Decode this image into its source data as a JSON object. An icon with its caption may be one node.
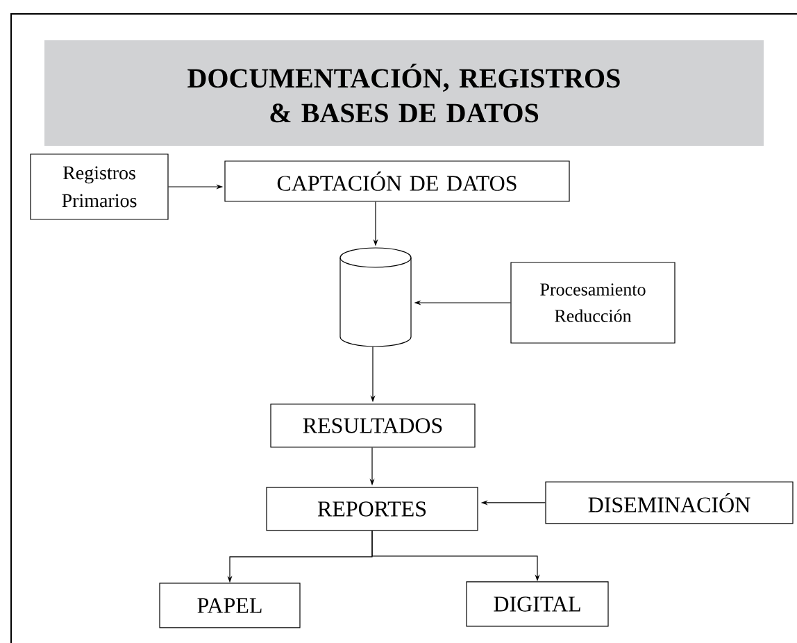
{
  "diagram": {
    "title": "DOCUMENTACIÓN, REGISTROS & BASES DE DATOS",
    "nodes": [
      {
        "text": [
          "Registros Primarios"
        ]
      },
      {
        "text": [
          "CAPTACIÓN DE DATOS"
        ]
      },
      {
        "text": [],
        "shape": "cylinder"
      },
      {
        "text": [
          "Procesamiento Reducción"
        ]
      },
      {
        "text": [
          "RESULTADOS"
        ]
      },
      {
        "text": [
          "REPORTES"
        ]
      },
      {
        "text": [
          "DISEMINACIÓN"
        ]
      },
      {
        "text": [
          "PAPEL"
        ]
      },
      {
        "text": [
          "DIGITAL"
        ]
      }
    ],
    "edges": [
      {
        "from": 0,
        "to": 1,
        "arrow": "to"
      },
      {
        "from": 1,
        "to": 2,
        "arrow": "to"
      },
      {
        "from": 3,
        "to": 2,
        "arrow": "to"
      },
      {
        "from": 2,
        "to": 4,
        "arrow": "to"
      },
      {
        "from": 4,
        "to": 5,
        "arrow": "to"
      },
      {
        "from": 6,
        "to": 5,
        "arrow": "to"
      },
      {
        "from": 5,
        "to": 7,
        "arrow": "to"
      },
      {
        "from": 5,
        "to": 8,
        "arrow": "to"
      }
    ]
  }
}
